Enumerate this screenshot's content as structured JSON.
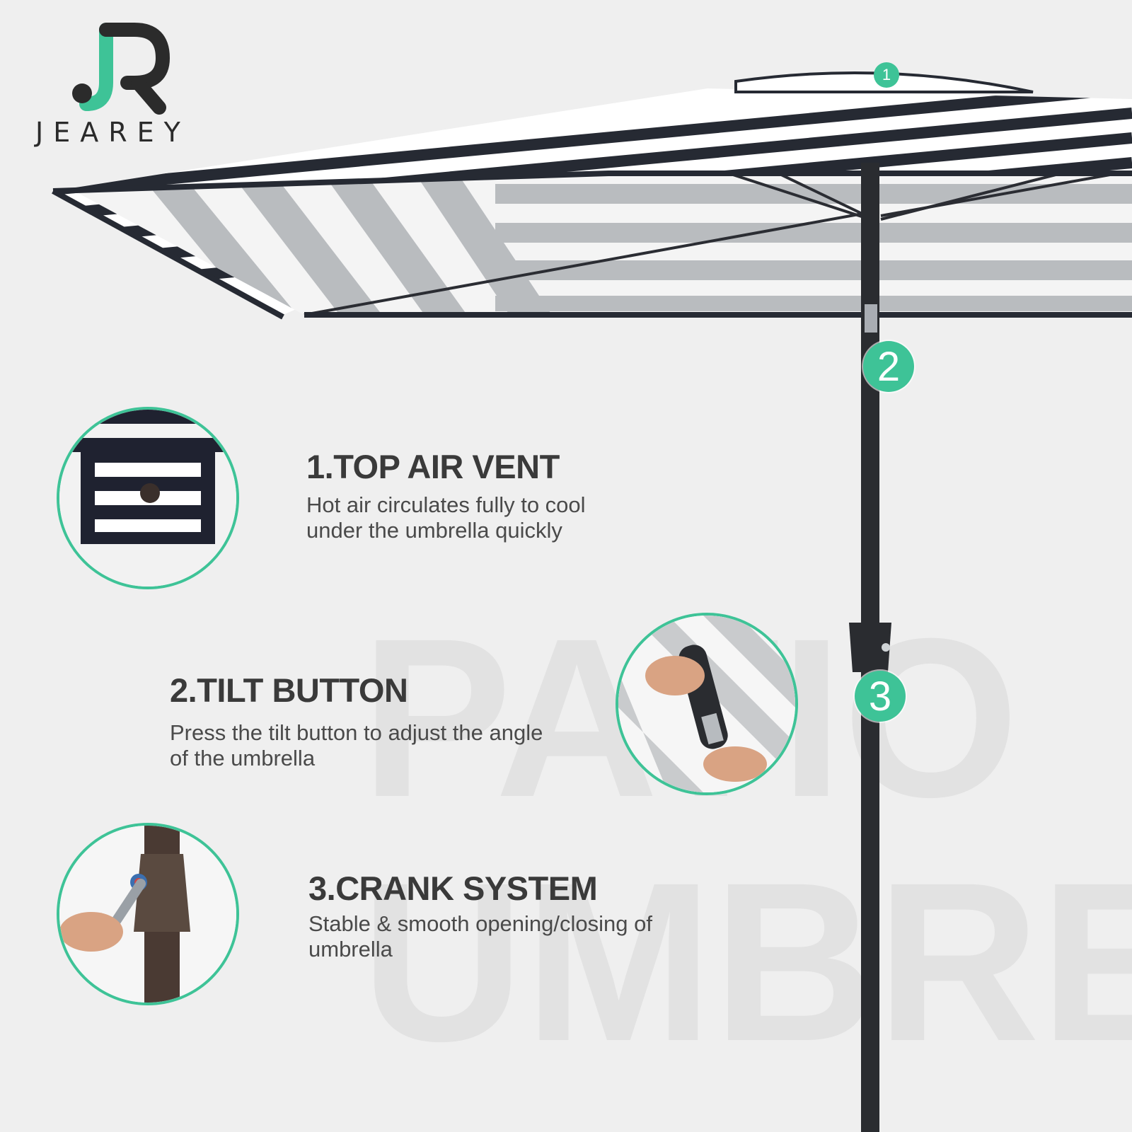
{
  "brand": {
    "name": "JEAREY",
    "logo_letters": "JR",
    "accent_color": "#3ec397",
    "dark_color": "#2b2b2b"
  },
  "watermark": {
    "line1": "PATIO",
    "line2": "UMBRELLA"
  },
  "callouts": [
    "1",
    "2",
    "3"
  ],
  "features": [
    {
      "title": "1.TOP AIR VENT",
      "description_line1": "Hot air circulates fully to cool",
      "description_line2": "under the umbrella quickly",
      "image_icon": "air-vent-closeup"
    },
    {
      "title": "2.TILT BUTTON",
      "description_line1": "Press the tilt button to adjust the angle",
      "description_line2": "of the umbrella",
      "image_icon": "tilt-button-closeup"
    },
    {
      "title": "3.CRANK SYSTEM",
      "description_line1": "Stable & smooth opening/closing of",
      "description_line2": "umbrella",
      "image_icon": "crank-closeup"
    }
  ]
}
